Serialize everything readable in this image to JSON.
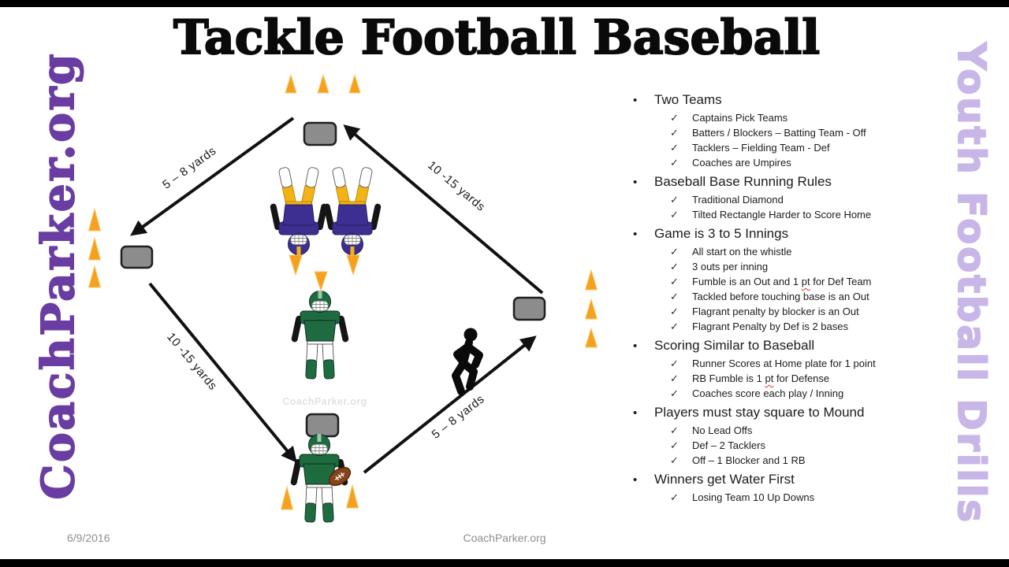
{
  "title": "Tackle Football Baseball",
  "branding": {
    "left_vertical": "CoachParker.org",
    "right_vertical": "Youth Football Drills",
    "watermark": "CoachParker.org"
  },
  "footer": {
    "date": "6/9/2016",
    "site": "CoachParker.org"
  },
  "icons": {
    "bullet": "•",
    "check": "✓"
  },
  "diagram": {
    "distance_labels": {
      "second_to_third": "5 – 8 yards",
      "first_to_second": "10 -15 yards",
      "third_to_home": "10 -15 yards",
      "home_to_first": "5 – 8 yards"
    }
  },
  "colors": {
    "accent_purple": "#6a3da2",
    "lavender": "#c9b6e8",
    "cone_orange": "#f5a11f",
    "base_gray": "#8c8c8c",
    "green_team": "#1e6b40",
    "purple_team": "#3d2f92",
    "gold_pants": "#f3b314",
    "arrow_black": "#111111"
  },
  "rules": {
    "sections": [
      {
        "title": "Two Teams",
        "items": [
          "Captains Pick Teams",
          "Batters / Blockers – Batting Team - Off",
          "Tacklers – Fielding Team - Def",
          "Coaches are Umpires"
        ]
      },
      {
        "title": "Baseball Base Running Rules",
        "items": [
          "Traditional Diamond",
          "Tilted Rectangle Harder to Score Home"
        ]
      },
      {
        "title": "Game is 3 to 5 Innings",
        "items": [
          "All start on the whistle",
          "3 outs per inning",
          {
            "pre": "Fumble is an Out and 1 ",
            "word": "pt",
            "post": " for Def Team"
          },
          "Tackled before touching base is an Out",
          "Flagrant penalty by blocker is an Out",
          "Flagrant Penalty by Def is 2 bases"
        ]
      },
      {
        "title": "Scoring Similar to Baseball",
        "items": [
          "Runner Scores at Home plate for 1 point",
          {
            "pre": "RB Fumble is 1 ",
            "word": "pt",
            "post": " for Defense"
          },
          "Coaches score each play / Inning"
        ]
      },
      {
        "title": "Players must stay square to Mound",
        "items": [
          "No Lead Offs",
          "Def – 2 Tacklers",
          "Off – 1 Blocker and 1 RB"
        ]
      },
      {
        "title": "Winners get Water First",
        "items": [
          "Losing Team 10 Up Downs"
        ]
      }
    ]
  }
}
